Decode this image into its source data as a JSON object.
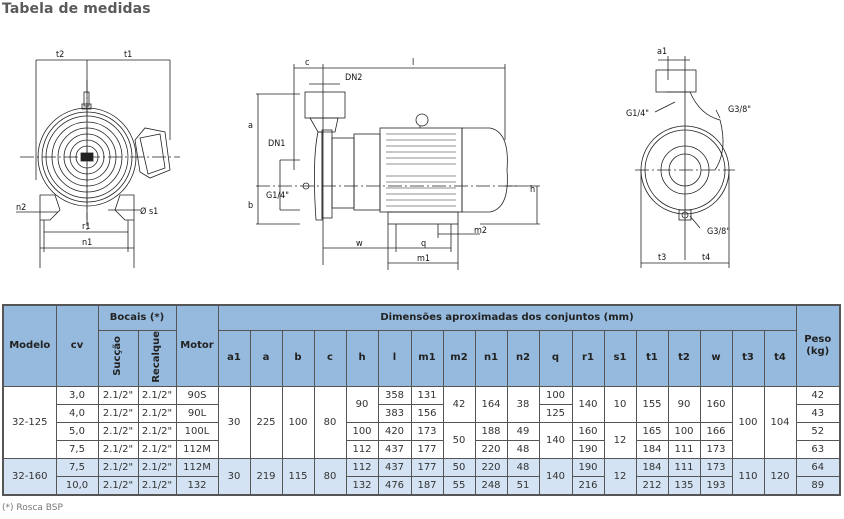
{
  "title": "Tabela de medidas",
  "drawings": {
    "front_view_labels": [
      "t2",
      "t1",
      "n2",
      "Ø s1",
      "r1",
      "n1"
    ],
    "side_view_labels": [
      "c",
      "l",
      "DN2",
      "a",
      "DN1",
      "b",
      "G1/4\"",
      "h",
      "m2",
      "w",
      "q",
      "m1"
    ],
    "pump_view_labels": [
      "a1",
      "G1/4\"",
      "G3/8\"",
      "G3/8\"",
      "t3",
      "t4"
    ]
  },
  "table": {
    "header": {
      "modelo": "Modelo",
      "cv": "cv",
      "bocais": "Bocais (*)",
      "succao": "Sucção",
      "recalque": "Recalque",
      "motor": "Motor",
      "dimensoes": "Dimensões aproximadas dos conjuntos (mm)",
      "dims": [
        "a1",
        "a",
        "b",
        "c",
        "h",
        "l",
        "m1",
        "m2",
        "n1",
        "n2",
        "q",
        "r1",
        "s1",
        "t1",
        "t2",
        "w",
        "t3",
        "t4"
      ],
      "peso": "Peso (kg)"
    },
    "groups": [
      {
        "modelo": "32-125",
        "a1": "30",
        "a": "225",
        "b": "100",
        "c": "80",
        "t3": "100",
        "t4": "104",
        "rows": [
          {
            "cv": "3,0",
            "succao": "2.1/2\"",
            "recalque": "2.1/2\"",
            "motor": "90S",
            "l": "358",
            "m1": "131",
            "peso": "42"
          },
          {
            "cv": "4,0",
            "succao": "2.1/2\"",
            "recalque": "2.1/2\"",
            "motor": "90L",
            "l": "383",
            "m1": "156",
            "peso": "43"
          },
          {
            "cv": "5,0",
            "succao": "2.1/2\"",
            "recalque": "2.1/2\"",
            "motor": "100L",
            "l": "420",
            "m1": "173",
            "peso": "52"
          },
          {
            "cv": "7,5",
            "succao": "2.1/2\"",
            "recalque": "2.1/2\"",
            "motor": "112M",
            "l": "437",
            "m1": "177",
            "peso": "63"
          }
        ],
        "h": [
          "90",
          "100",
          "112"
        ],
        "m2": [
          "42",
          "50"
        ],
        "n1": [
          "164",
          "188",
          "220"
        ],
        "n2": [
          "38",
          "49",
          "48"
        ],
        "q": [
          "100",
          "125",
          "140"
        ],
        "r1": [
          "140",
          "160",
          "190"
        ],
        "s1": [
          "10",
          "12"
        ],
        "t1": [
          "155",
          "165",
          "184"
        ],
        "t2": [
          "90",
          "100",
          "111"
        ],
        "w": [
          "160",
          "166",
          "173"
        ]
      },
      {
        "modelo": "32-160",
        "a1": "30",
        "a": "219",
        "b": "115",
        "c": "80",
        "q": "140",
        "s1": "12",
        "t3": "110",
        "t4": "120",
        "rows": [
          {
            "cv": "7,5",
            "succao": "2.1/2\"",
            "recalque": "2.1/2\"",
            "motor": "112M",
            "h": "112",
            "l": "437",
            "m1": "177",
            "m2": "50",
            "n1": "220",
            "n2": "48",
            "r1": "190",
            "t1": "184",
            "t2": "111",
            "w": "173",
            "peso": "64"
          },
          {
            "cv": "10,0",
            "succao": "2.1/2\"",
            "recalque": "2.1/2\"",
            "motor": "132",
            "h": "132",
            "l": "476",
            "m1": "187",
            "m2": "55",
            "n1": "248",
            "n2": "51",
            "r1": "216",
            "t1": "212",
            "t2": "135",
            "w": "193",
            "peso": "89"
          }
        ]
      }
    ]
  },
  "footnote": "(*) Rosca BSP"
}
